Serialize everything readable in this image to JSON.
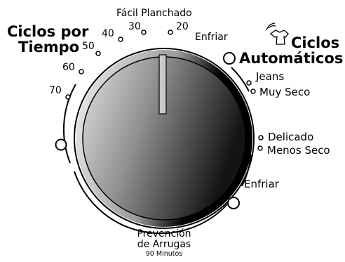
{
  "timed_cycles": {
    "title_line1": "Ciclos por",
    "title_line2": "Tiempo",
    "marks": [
      "70",
      "60",
      "50",
      "40",
      "30",
      "20"
    ]
  },
  "easy_iron_label": "Fácil Planchado",
  "cool_top_label": "Enfriar",
  "auto_cycles": {
    "title_line1": "Ciclos",
    "title_line2": "Automáticos",
    "icon": "sensor-shirt-icon"
  },
  "auto_options": [
    "Jeans",
    "Muy Seco",
    "Delicado",
    "Menos Seco"
  ],
  "cool_bottom_label": "Enfriar",
  "wrinkle": {
    "line1": "Prevención",
    "line2": "de Arrugas",
    "line3": "90 Minutos"
  },
  "colors": {
    "knob_light": "#d4d4d4",
    "knob_dark": "#1a1a1a",
    "indicator": "#c8c8c8"
  }
}
